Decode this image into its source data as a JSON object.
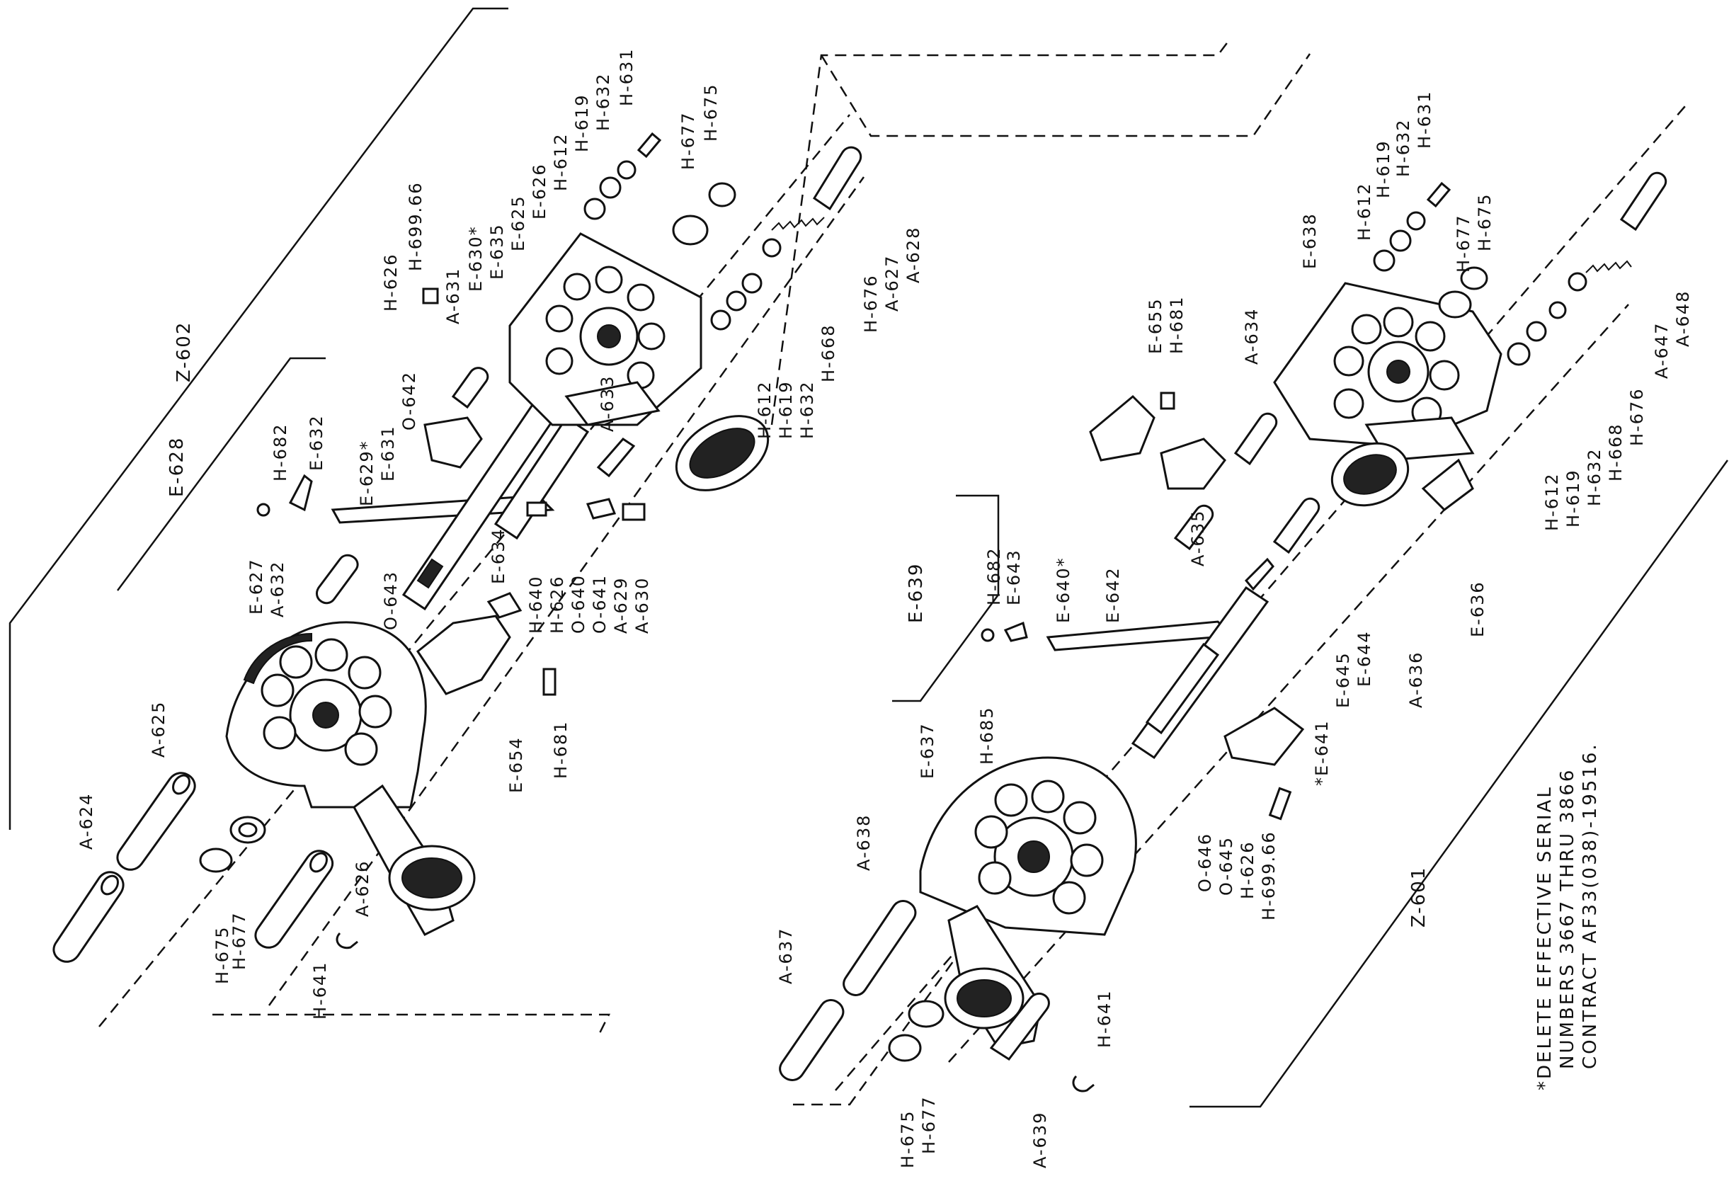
{
  "assemblies": {
    "left": {
      "group_label": "Z-602",
      "subgroup_label": "E-628",
      "parts": {
        "A-624": "A-624",
        "A-625": "A-625",
        "A-626": "A-626",
        "A-627": "A-627",
        "A-628": "A-628",
        "A-629": "A-629",
        "A-630": "A-630",
        "A-631": "A-631",
        "A-632": "A-632",
        "A-633": "A-633",
        "E-625": "E-625",
        "E-626": "E-626",
        "E-627": "E-627",
        "E-629": "E-629*",
        "E-630": "E-630*",
        "E-631": "E-631",
        "E-632": "E-632",
        "E-634": "E-634",
        "E-635": "E-635",
        "E-654": "E-654",
        "H-612a": "H-612",
        "H-612b": "H-612",
        "H-619a": "H-619",
        "H-619b": "H-619",
        "H-626a": "H-626",
        "H-626b": "H-626",
        "H-631": "H-631",
        "H-632a": "H-632",
        "H-632b": "H-632",
        "H-640": "H-640",
        "H-641": "H-641",
        "H-668": "H-668",
        "H-675a": "H-675",
        "H-675b": "H-675",
        "H-676": "H-676",
        "H-677a": "H-677",
        "H-677b": "H-677",
        "H-681": "H-681",
        "H-682": "H-682",
        "H-699.66": "H-699.66",
        "O-640": "O-640",
        "O-641": "O-641",
        "O-642": "O-642",
        "O-643": "O-643"
      }
    },
    "right": {
      "group_label": "Z-601",
      "subgroup_label": "E-639",
      "parts": {
        "A-634": "A-634",
        "A-635": "A-635",
        "A-636": "A-636",
        "A-637": "A-637",
        "A-638": "A-638",
        "A-639": "A-639",
        "A-647": "A-647",
        "A-648": "A-648",
        "E-636": "E-636",
        "E-637": "E-637",
        "E-638": "E-638",
        "E-640": "E-640*",
        "E-641": "*E-641",
        "E-642": "E-642",
        "E-643": "E-643",
        "E-644": "E-644",
        "E-645": "E-645",
        "E-655": "E-655",
        "H-612a": "H-612",
        "H-612b": "H-612",
        "H-619a": "H-619",
        "H-619b": "H-619",
        "H-626": "H-626",
        "H-631": "H-631",
        "H-632a": "H-632",
        "H-632b": "H-632",
        "H-641": "H-641",
        "H-668": "H-668",
        "H-675a": "H-675",
        "H-675b": "H-675",
        "H-676": "H-676",
        "H-677a": "H-677",
        "H-677b": "H-677",
        "H-681": "H-681",
        "H-682": "H-682",
        "H-685": "H-685",
        "H-699.66": "H-699.66",
        "O-645": "O-645",
        "O-646": "O-646"
      }
    }
  },
  "footnote": {
    "line1": "*DELETE EFFECTIVE SERIAL",
    "line2": "NUMBERS 3667 THRU 3866",
    "line3": "CONTRACT AF33(038)-19516."
  }
}
